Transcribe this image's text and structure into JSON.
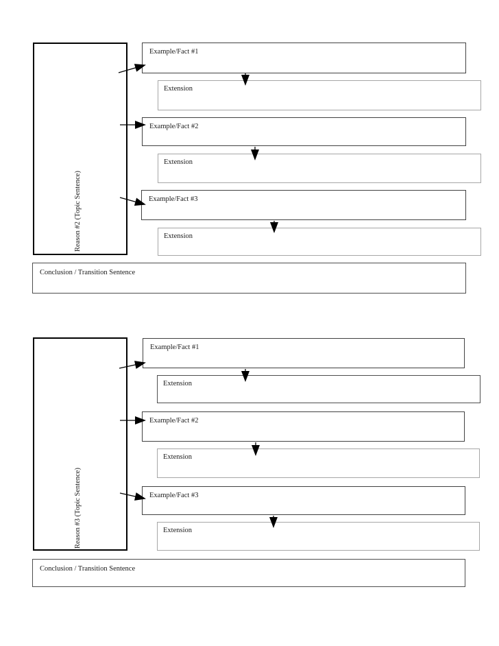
{
  "colors": {
    "background": "#ffffff",
    "reason_border": "#000000",
    "example_border": "#404040",
    "extension_border": "#a6a6a6",
    "extension_border_dark": "#4d4d4d",
    "conclusion_border": "#4d4d4d",
    "arrow": "#000000",
    "text": "#1a1a1a"
  },
  "icons": {
    "arrowhead": "filled-triangle-arrowhead"
  },
  "sections": [
    {
      "reason_label": "Reason #2 (Topic Sentence)",
      "rows": [
        {
          "example_label": "Example/Fact #1",
          "extension_label": "Extension"
        },
        {
          "example_label": "Example/Fact #2",
          "extension_label": "Extension"
        },
        {
          "example_label": "Example/Fact #3",
          "extension_label": "Extension"
        }
      ],
      "conclusion_label": "Conclusion / Transition Sentence"
    },
    {
      "reason_label": "Reason #3 (Topic Sentence)",
      "rows": [
        {
          "example_label": "Example/Fact #1",
          "extension_label": "Extension"
        },
        {
          "example_label": "Example/Fact #2",
          "extension_label": "Extension"
        },
        {
          "example_label": "Example/Fact #3",
          "extension_label": "Extension"
        }
      ],
      "conclusion_label": "Conclusion / Transition Sentence"
    }
  ]
}
